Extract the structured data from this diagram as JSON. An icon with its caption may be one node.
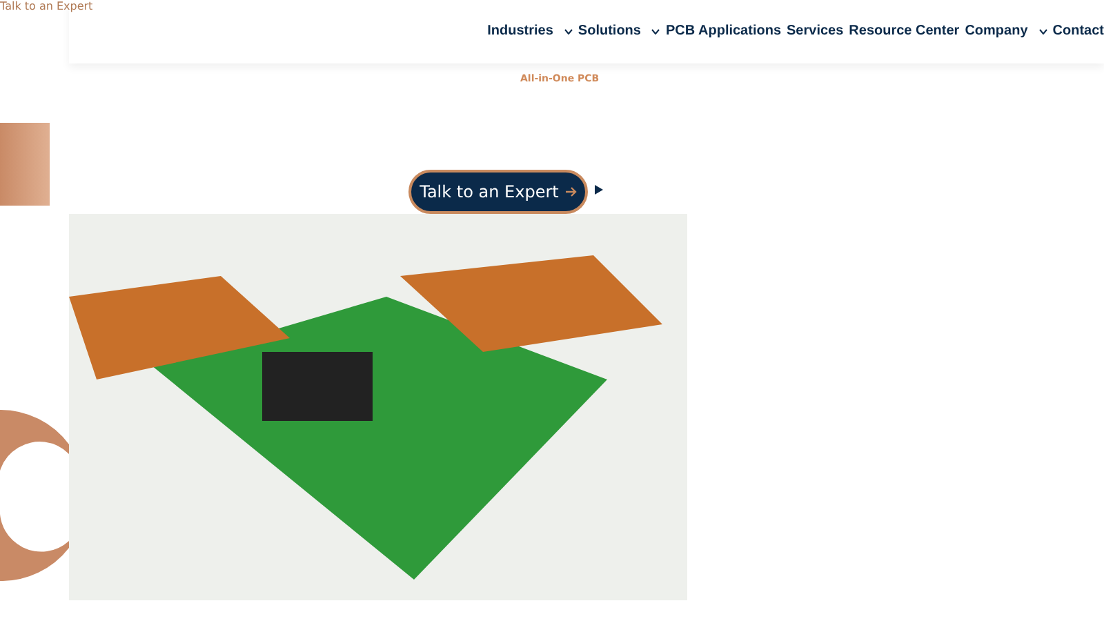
{
  "diagram": {
    "labels": [
      "Talk to an Expert",
      "Industries",
      "Solutions",
      "PCB Applications",
      "Services",
      "Resource Center",
      "Company",
      "Contact",
      "All-in-One PCB",
      "Talk to an Expert"
    ]
  }
}
